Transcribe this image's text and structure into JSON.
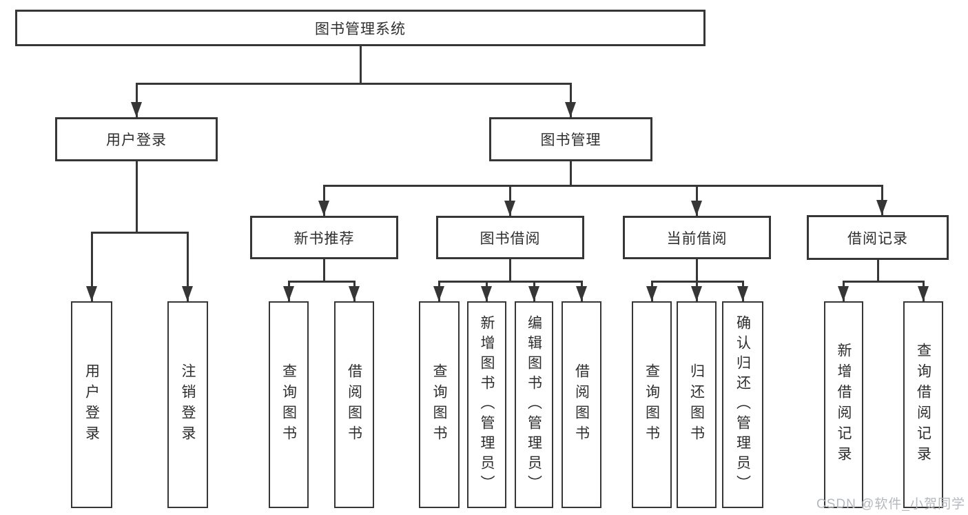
{
  "tree": {
    "label": "图书管理系统",
    "children": [
      {
        "label": "用户登录",
        "children": [
          {
            "label": "用户登录"
          },
          {
            "label": "注销登录"
          }
        ]
      },
      {
        "label": "图书管理",
        "children": [
          {
            "label": "新书推荐",
            "children": [
              {
                "label": "查询图书"
              },
              {
                "label": "借阅图书"
              }
            ]
          },
          {
            "label": "图书借阅",
            "children": [
              {
                "label": "查询图书"
              },
              {
                "label": "新增图书（管理员）"
              },
              {
                "label": "编辑图书（管理员）"
              },
              {
                "label": "借阅图书"
              }
            ]
          },
          {
            "label": "当前借阅",
            "children": [
              {
                "label": "查询图书"
              },
              {
                "label": "归还图书"
              },
              {
                "label": "确认归还（管理员）"
              }
            ]
          },
          {
            "label": "借阅记录",
            "children": [
              {
                "label": "新增借阅记录"
              },
              {
                "label": "查询借阅记录"
              }
            ]
          }
        ]
      }
    ]
  },
  "watermark": {
    "text": "CSDN @软件_小贺同学"
  },
  "colors": {
    "line": "#363636",
    "text": "#2e2e2e",
    "watermark": "#b4b8be",
    "background": "#ffffff"
  }
}
